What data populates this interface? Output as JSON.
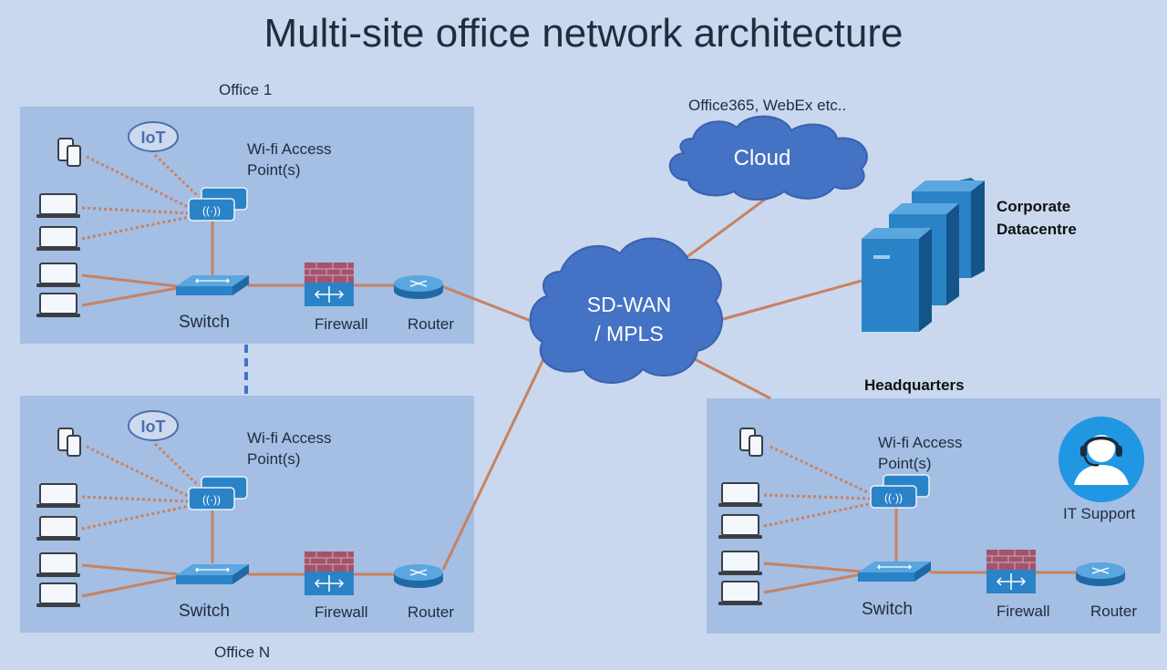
{
  "title": "Multi-site office network architecture",
  "offices": {
    "office1": {
      "name": "Office 1",
      "iot": "IoT",
      "ap_label": "Wi-fi Access\nPoint(s)",
      "switch": "Switch",
      "firewall": "Firewall",
      "router": "Router"
    },
    "officeN": {
      "name": "Office N",
      "iot": "IoT",
      "ap_label": "Wi-fi Access\nPoint(s)",
      "switch": "Switch",
      "firewall": "Firewall",
      "router": "Router"
    }
  },
  "hq": {
    "name": "Headquarters",
    "ap_label": "Wi-fi Access\nPoint(s)",
    "it_support": "IT Support",
    "switch": "Switch",
    "firewall": "Firewall",
    "router": "Router"
  },
  "wan": {
    "label": "SD-WAN\n/ MPLS"
  },
  "cloud": {
    "label": "Cloud",
    "caption": "Office365, WebEx etc.."
  },
  "datacentre": {
    "label": "Corporate\nDatacentre"
  },
  "colors": {
    "background": "#c9d8ef",
    "panel": "#a4bee4",
    "link": "#c8825f",
    "device_blue": "#2b83c7",
    "cloud_blue": "#4472c4"
  }
}
